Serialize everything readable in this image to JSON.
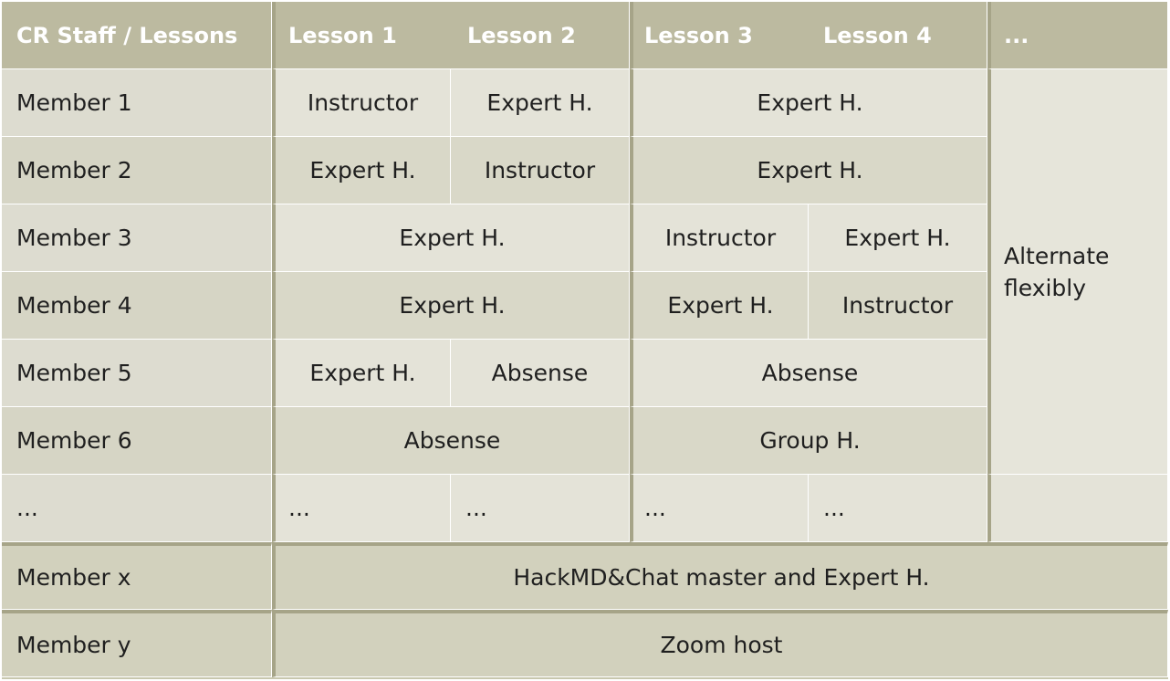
{
  "header": {
    "corner": "CR Staff / Lessons",
    "lesson1": "Lesson 1",
    "lesson2": "Lesson 2",
    "lesson3": "Lesson 3",
    "lesson4": "Lesson 4",
    "more": "..."
  },
  "rows": {
    "m1": {
      "name": "Member 1",
      "l1": "Instructor",
      "l2": "Expert H.",
      "l34": "Expert H."
    },
    "m2": {
      "name": "Member 2",
      "l1": "Expert H.",
      "l2": "Instructor",
      "l34": "Expert H."
    },
    "m3": {
      "name": "Member 3",
      "l12": "Expert H.",
      "l3": "Instructor",
      "l4": "Expert H."
    },
    "m4": {
      "name": "Member 4",
      "l12": "Expert H.",
      "l3": "Expert H.",
      "l4": "Instructor"
    },
    "m5": {
      "name": "Member 5",
      "l1": "Expert H.",
      "l2": "Absense",
      "l34": "Absense"
    },
    "m6": {
      "name": "Member 6",
      "l12": "Absense",
      "l34": "Group H."
    },
    "dots": {
      "name": "...",
      "l1": "...",
      "l2": "...",
      "l3": "...",
      "l4": "..."
    },
    "mx": {
      "name": "Member x",
      "role": "HackMD&Chat master and Expert H."
    },
    "my": {
      "name": "Member y",
      "role": "Zoom host"
    }
  },
  "alternate": "Alternate flexibly"
}
